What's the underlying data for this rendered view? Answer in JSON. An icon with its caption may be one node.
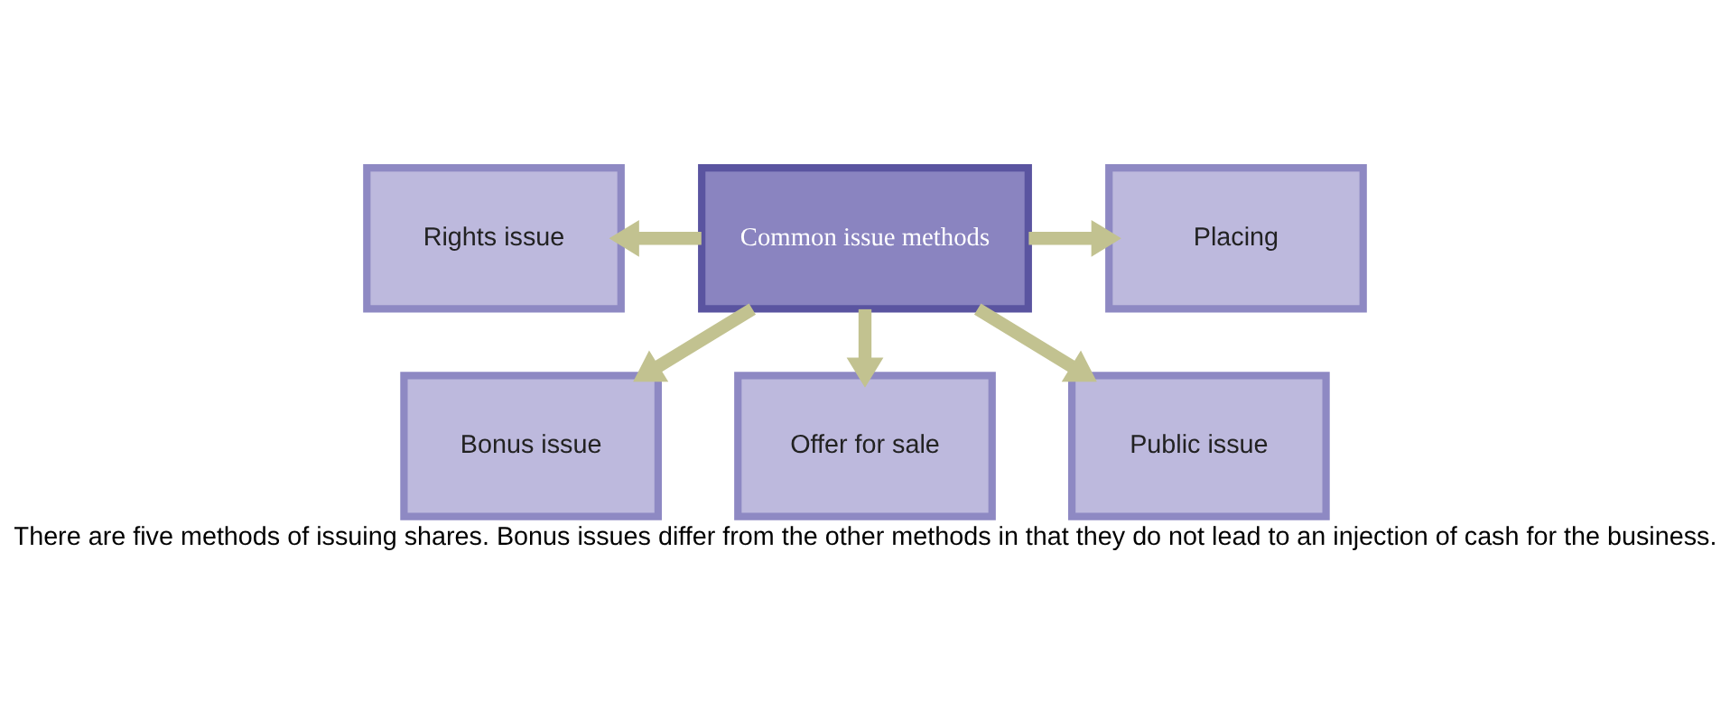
{
  "diagram": {
    "caption": "There are five methods of issuing shares. Bonus issues differ from the other methods in that they do not lead to an injection of cash for the business.",
    "nodes": [
      {
        "text": [
          "Common issue methods"
        ]
      },
      {
        "text": [
          "Rights issue"
        ]
      },
      {
        "text": [
          "Placing"
        ]
      },
      {
        "text": [
          "Bonus issue"
        ]
      },
      {
        "text": [
          "Offer for sale"
        ]
      },
      {
        "text": [
          "Public issue"
        ]
      }
    ],
    "edges": [
      {
        "from": 0,
        "to": 1,
        "arrow": "to"
      },
      {
        "from": 0,
        "to": 2,
        "arrow": "to"
      },
      {
        "from": 0,
        "to": 3,
        "arrow": "to"
      },
      {
        "from": 0,
        "to": 4,
        "arrow": "to"
      },
      {
        "from": 0,
        "to": 5,
        "arrow": "to"
      }
    ]
  }
}
